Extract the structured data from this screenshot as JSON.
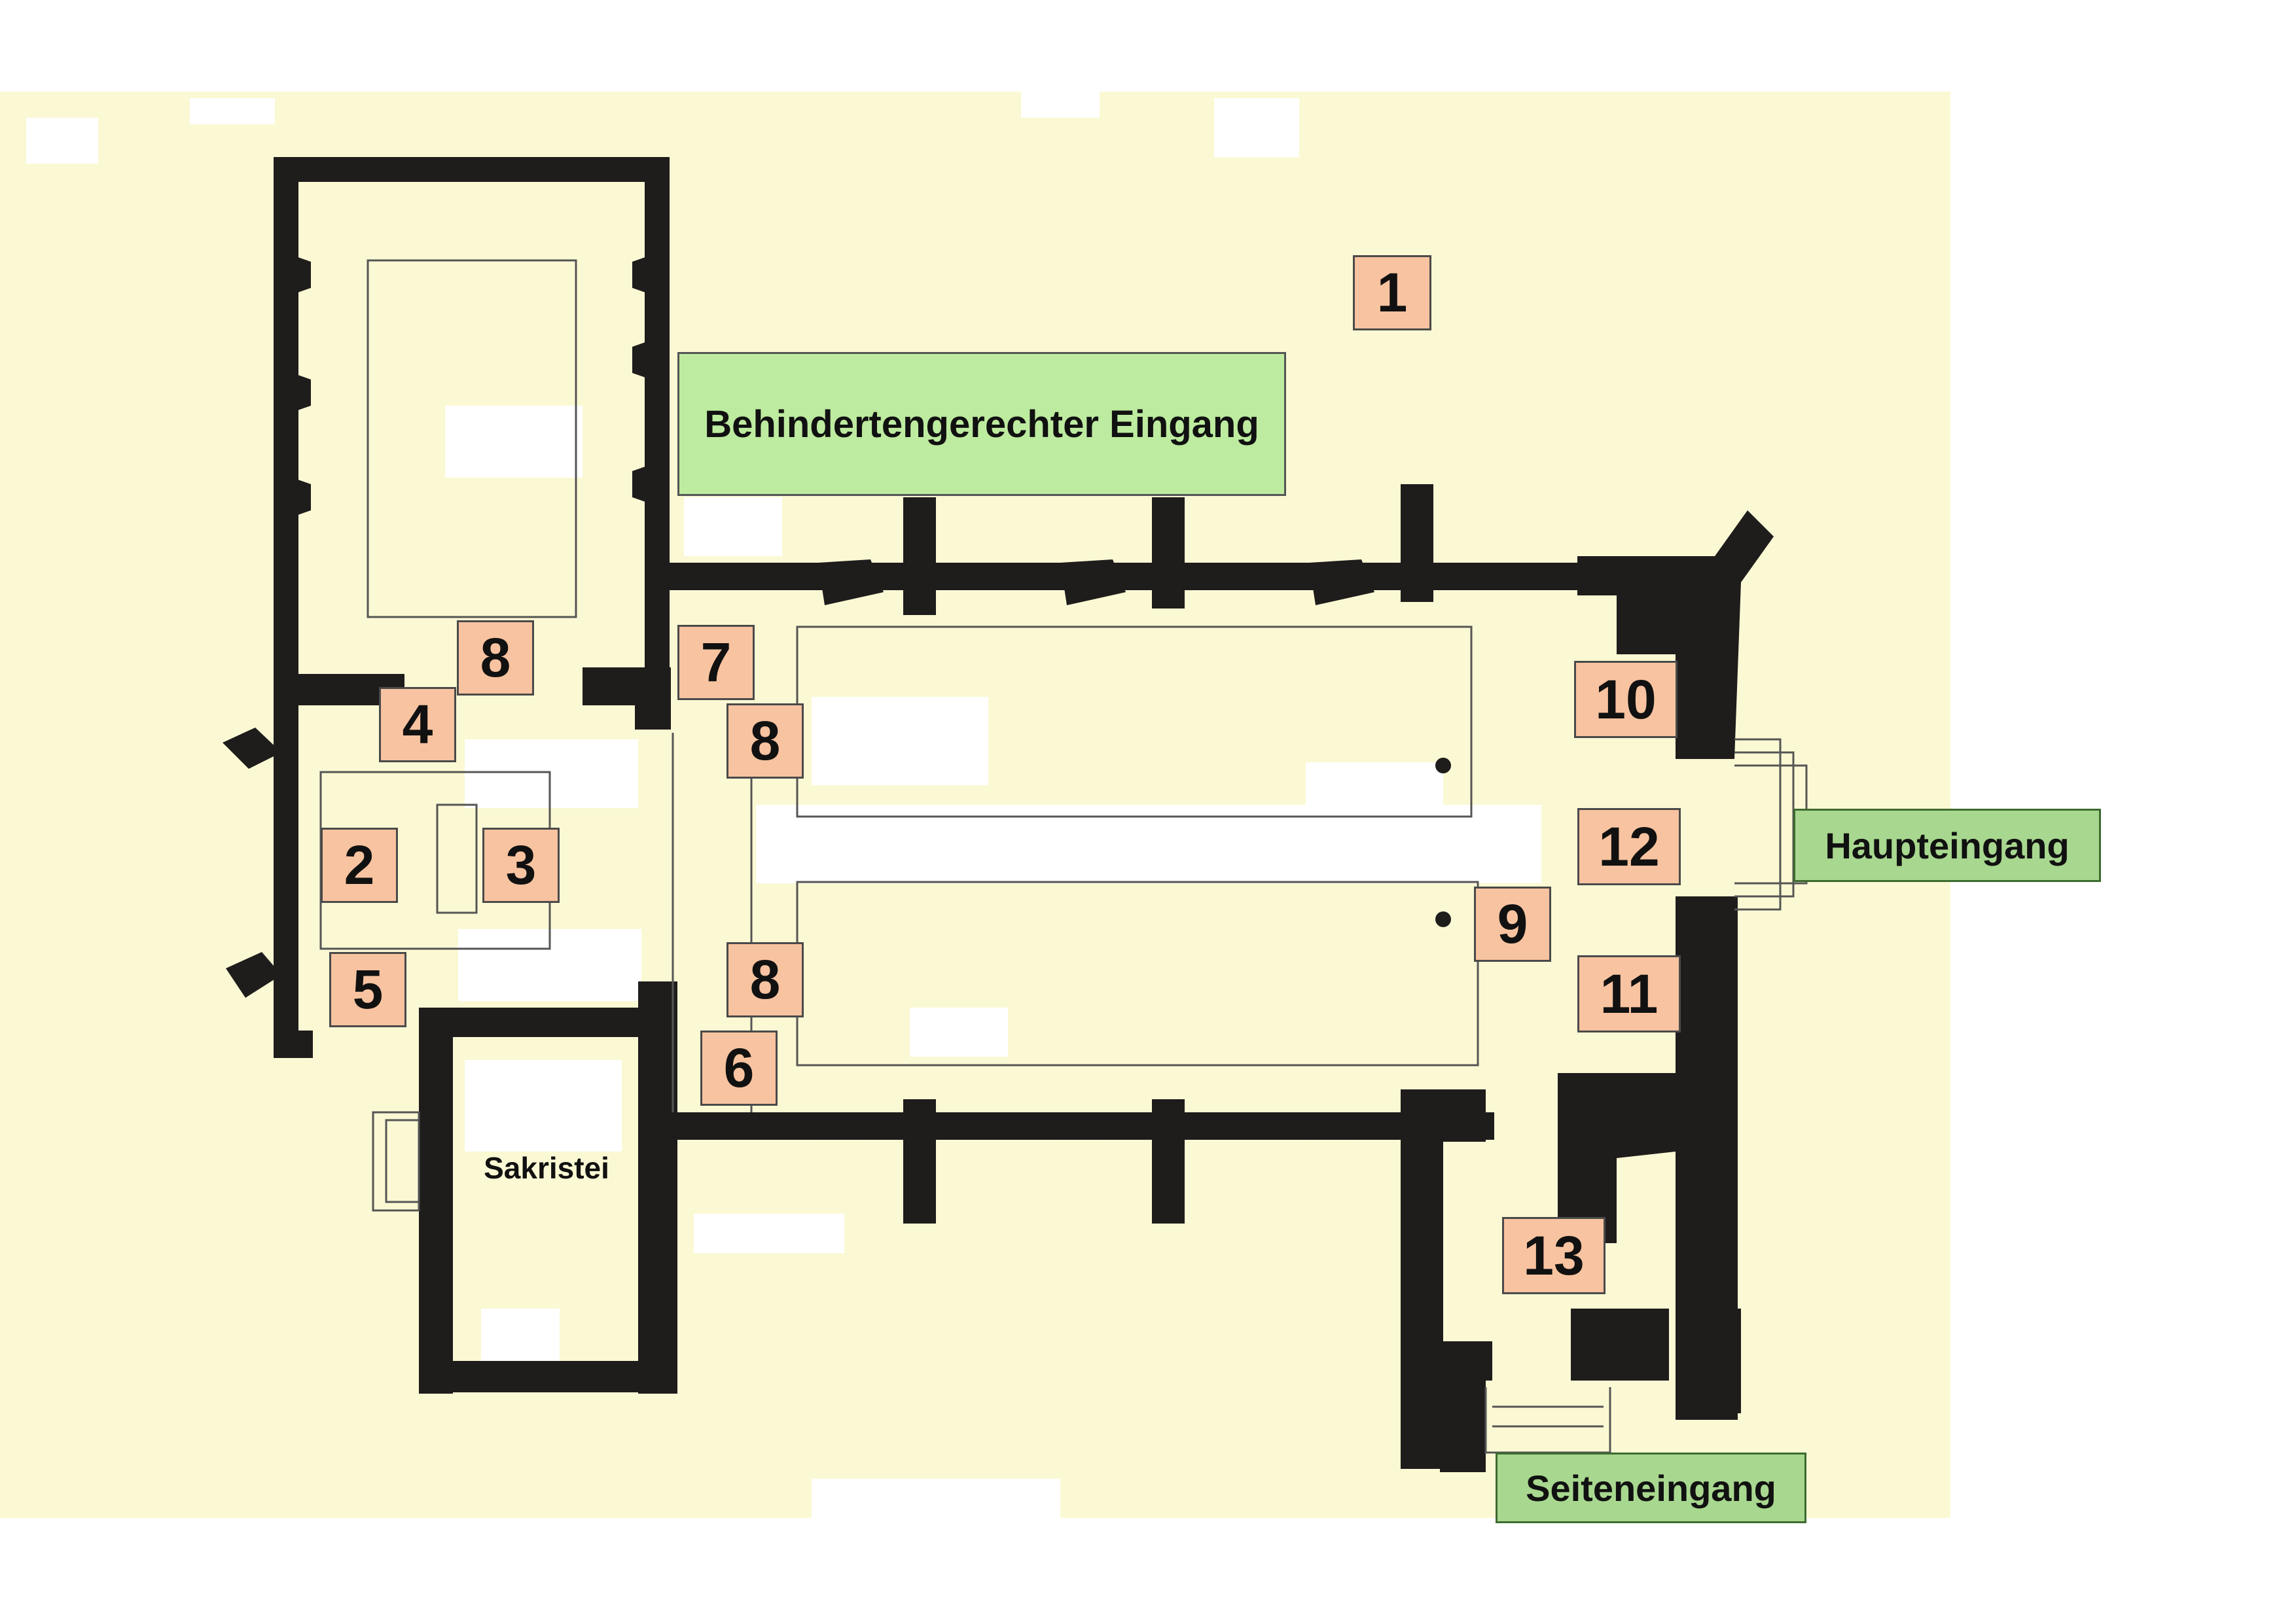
{
  "colors": {
    "paper": "#fbf9d4",
    "wall": "#1f1c1c",
    "number_fill": "#f8c3a0",
    "entrance_fill": "#a8d78f",
    "accessible_entrance_fill": "#bdeb9f"
  },
  "room_numbers": [
    "1",
    "2",
    "3",
    "4",
    "5",
    "6",
    "7",
    "8",
    "8",
    "8",
    "9",
    "10",
    "11",
    "12",
    "13"
  ],
  "entrances": {
    "accessible": "Behindertengerechter Eingang",
    "main": "Haupteingang",
    "side": "Seiteneingang"
  },
  "rooms": {
    "sacristy": "Sakristei"
  }
}
